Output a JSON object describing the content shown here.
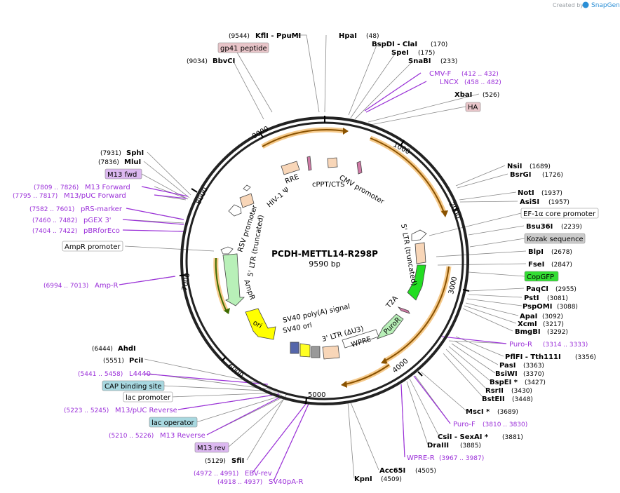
{
  "credit": {
    "prefix": "Created by",
    "brand": "SnapGene"
  },
  "plasmid": {
    "name": "PCDH-METTL14-R298P",
    "size": "9590 bp"
  },
  "ruler": [
    "1000",
    "2000",
    "3000",
    "4000",
    "5000",
    "6000",
    "7000",
    "8000",
    "9000"
  ],
  "sites": {
    "s1": {
      "name": "KflI  - PpuMI",
      "pos": "(9544)"
    },
    "s2": {
      "name": "HpaI",
      "pos": "(48)"
    },
    "s3": {
      "name": "BspDI  - ClaI",
      "pos": "(170)"
    },
    "s4": {
      "name": "SpeI",
      "pos": "(175)"
    },
    "s5": {
      "name": "SnaBI",
      "pos": "(233)"
    },
    "s6": {
      "name": "XbaI",
      "pos": "(526)"
    },
    "s7": {
      "name": "BbvCI",
      "pos": "(9034)"
    },
    "s8": {
      "name": "SphI",
      "pos": "(7931)"
    },
    "s9": {
      "name": "MluI",
      "pos": "(7836)"
    },
    "s10": {
      "name": "NsiI",
      "pos": "(1689)"
    },
    "s11": {
      "name": "BsrGI",
      "pos": "(1726)"
    },
    "s12": {
      "name": "NotI",
      "pos": "(1937)"
    },
    "s13": {
      "name": "AsiSI",
      "pos": "(1957)"
    },
    "s14": {
      "name": "Bsu36I",
      "pos": "(2239)"
    },
    "s15": {
      "name": "BlpI",
      "pos": "(2678)"
    },
    "s16": {
      "name": "FseI",
      "pos": "(2847)"
    },
    "s17": {
      "name": "PaqCI",
      "pos": "(2955)"
    },
    "s18": {
      "name": "PstI",
      "pos": "(3081)"
    },
    "s19": {
      "name": "PspOMI",
      "pos": "(3088)"
    },
    "s20": {
      "name": "ApaI",
      "pos": "(3092)"
    },
    "s21": {
      "name": "XcmI",
      "pos": "(3217)"
    },
    "s22": {
      "name": "BmgBI",
      "pos": "(3292)"
    },
    "s23": {
      "name": "PflFI  - Tth111I",
      "pos": "(3356)"
    },
    "s24": {
      "name": "PasI",
      "pos": "(3363)"
    },
    "s25": {
      "name": "BsiWI",
      "pos": "(3370)"
    },
    "s26": {
      "name": "BspEI *",
      "pos": "(3427)"
    },
    "s27": {
      "name": "RsrII",
      "pos": "(3430)"
    },
    "s28": {
      "name": "BstEII",
      "pos": "(3448)"
    },
    "s29": {
      "name": "MscI *",
      "pos": "(3689)"
    },
    "s30": {
      "name": "CsiI  - SexAI *",
      "pos": "(3881)"
    },
    "s31": {
      "name": "DraIII",
      "pos": "(3885)"
    },
    "s32": {
      "name": "Acc65I",
      "pos": "(4505)"
    },
    "s33": {
      "name": "KpnI",
      "pos": "(4509)"
    },
    "s34": {
      "name": "SfiI",
      "pos": "(5129)"
    },
    "s35": {
      "name": "PciI",
      "pos": "(5551)"
    },
    "s36": {
      "name": "AhdI",
      "pos": "(6444)"
    }
  },
  "primers": {
    "p1": {
      "name": "CMV-F",
      "pos": "(412 .. 432)"
    },
    "p2": {
      "name": "LNCX",
      "pos": "(458 .. 482)"
    },
    "p3": {
      "name": "M13 Forward",
      "pos": "(7809 .. 7826)"
    },
    "p4": {
      "name": "M13/pUC Forward",
      "pos": "(7795 .. 7817)"
    },
    "p5": {
      "name": "pRS-marker",
      "pos": "(7582 .. 7601)"
    },
    "p6": {
      "name": "pGEX 3'",
      "pos": "(7460 .. 7482)"
    },
    "p7": {
      "name": "pBRforEco",
      "pos": "(7404 .. 7422)"
    },
    "p8": {
      "name": "Amp-R",
      "pos": "(6994 .. 7013)"
    },
    "p9": {
      "name": "Puro-R",
      "pos": "(3314 .. 3333)"
    },
    "p10": {
      "name": "Puro-F",
      "pos": "(3810 .. 3830)"
    },
    "p11": {
      "name": "WPRE-R",
      "pos": "(3967 .. 3987)"
    },
    "p12": {
      "name": "L4440",
      "pos": "(5441 .. 5458)"
    },
    "p13": {
      "name": "M13/pUC Reverse",
      "pos": "(5223 .. 5245)"
    },
    "p14": {
      "name": "M13 Reverse",
      "pos": "(5210 .. 5226)"
    },
    "p15": {
      "name": "EBV-rev",
      "pos": "(4972 .. 4991)"
    },
    "p16": {
      "name": "SV40pA-R",
      "pos": "(4918 .. 4937)"
    }
  },
  "boxes": {
    "b1": {
      "name": "gp41 peptide",
      "fill": "#e8c5c9"
    },
    "b2": {
      "name": "HA",
      "fill": "#e8c5c9"
    },
    "b3": {
      "name": "M13 fwd",
      "fill": "#dcb8f0"
    },
    "b4": {
      "name": "AmpR promoter",
      "fill": "#ffffff"
    },
    "b5": {
      "name": "EF-1α core promoter",
      "fill": "#ffffff"
    },
    "b6": {
      "name": "Kozak sequence",
      "fill": "#cccccc"
    },
    "b7": {
      "name": "CopGFP",
      "fill": "#33dd33"
    },
    "b8": {
      "name": "CAP binding site",
      "fill": "#a8d8e0"
    },
    "b9": {
      "name": "lac promoter",
      "fill": "#ffffff"
    },
    "b10": {
      "name": "lac operator",
      "fill": "#a8d8e0"
    },
    "b11": {
      "name": "M13 rev",
      "fill": "#dcb8f0"
    }
  },
  "features": {
    "rre": "RRE",
    "hiv": "HIV-1 Ψ",
    "cppt": "cPPT/CTS",
    "cmv": "CMV promoter",
    "ltr5": "5' LTR (truncated)",
    "rsv": "RSV promoter",
    "ltr5b": "5' LTR (truncated)",
    "ampr": "AmpR",
    "ori": "ori",
    "sv40pa": "SV40 poly(A) signal",
    "sv40ori": "SV40 ori",
    "ltr3": "3' LTR (ΔU3)",
    "wpre": "WPRE",
    "puror": "PuroR",
    "t2a": "T2A"
  }
}
